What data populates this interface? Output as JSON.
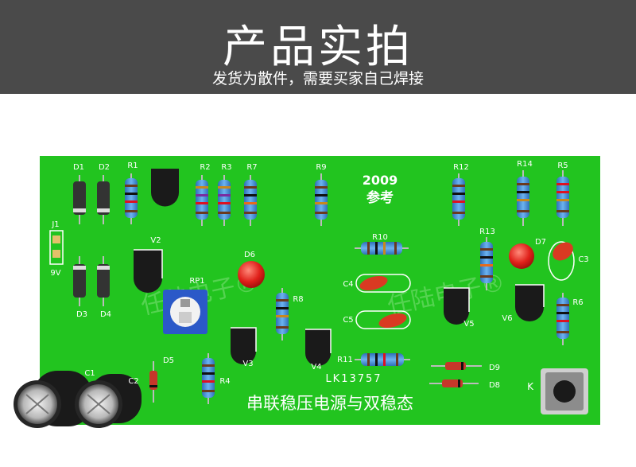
{
  "header": {
    "title": "产品实拍",
    "subtitle": "发货为散件，需要买家自己焊接",
    "background": "#4a4a4a"
  },
  "board": {
    "color": "#22c41f",
    "year": "2009",
    "ref": "参考",
    "model": "LK13757",
    "name": "串联稳压电源与双稳态",
    "watermark": "任陆电子®",
    "labels": {
      "d1": "D1",
      "d2": "D2",
      "r1": "R1",
      "r2": "R2",
      "r3": "R3",
      "r7": "R7",
      "r9": "R9",
      "r12": "R12",
      "r14": "R14",
      "r5": "R5",
      "j1": "J1",
      "v9": "9V",
      "v2": "V2",
      "d6": "D6",
      "r10": "R10",
      "r13": "R13",
      "d7": "D7",
      "c3": "C3",
      "rp1": "RP1",
      "c4": "C4",
      "c5": "C5",
      "v5": "V5",
      "v6": "V6",
      "r6": "R6",
      "d3": "D3",
      "d4": "D4",
      "r8": "R8",
      "v3": "V3",
      "v4": "V4",
      "r11": "R11",
      "d9": "D9",
      "d8": "D8",
      "d5": "D5",
      "r4": "R4",
      "c1": "C1",
      "c2": "C2",
      "k": "K"
    }
  }
}
